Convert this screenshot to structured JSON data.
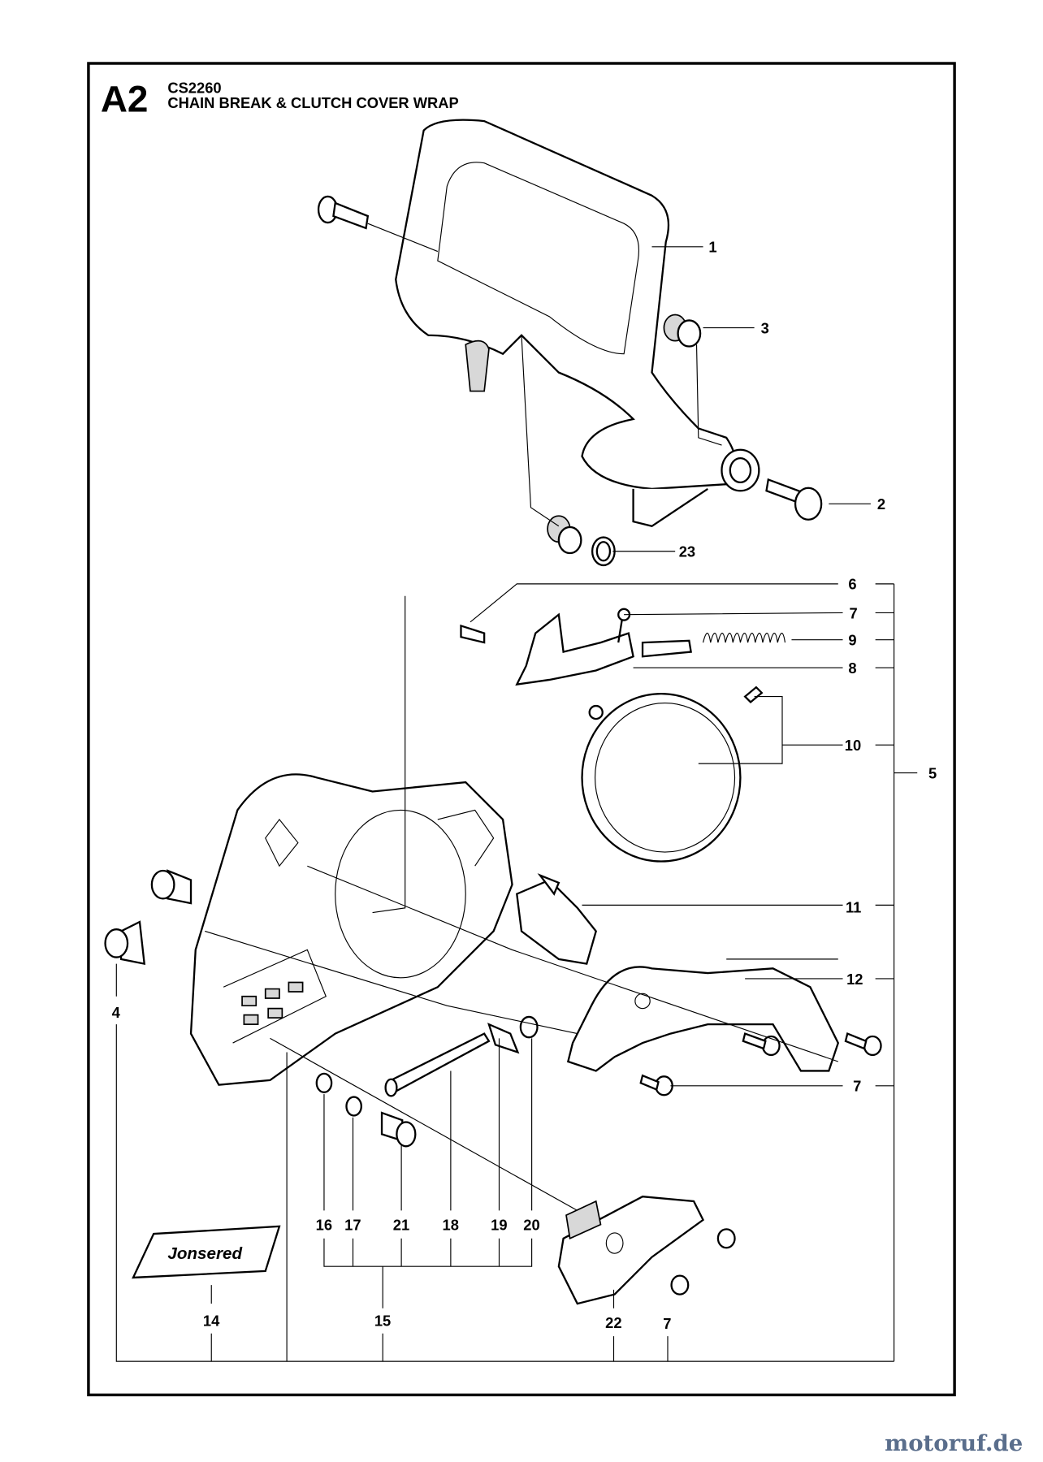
{
  "header": {
    "section": "A2",
    "model": "CS2260",
    "title": "CHAIN BREAK & CLUTCH COVER WRAP"
  },
  "callouts": {
    "c1": "1",
    "c2": "2",
    "c3": "3",
    "c23": "23",
    "c6": "6",
    "c7a": "7",
    "c9": "9",
    "c8": "8",
    "c10": "10",
    "c5": "5",
    "c11": "11",
    "c12": "12",
    "c7b": "7",
    "c4": "4",
    "c16": "16",
    "c17": "17",
    "c21": "21",
    "c18": "18",
    "c19": "19",
    "c20": "20",
    "c14": "14",
    "c15": "15",
    "c22": "22",
    "c7c": "7"
  },
  "decal_text": "Jonsered",
  "watermark": "motoruf.de"
}
